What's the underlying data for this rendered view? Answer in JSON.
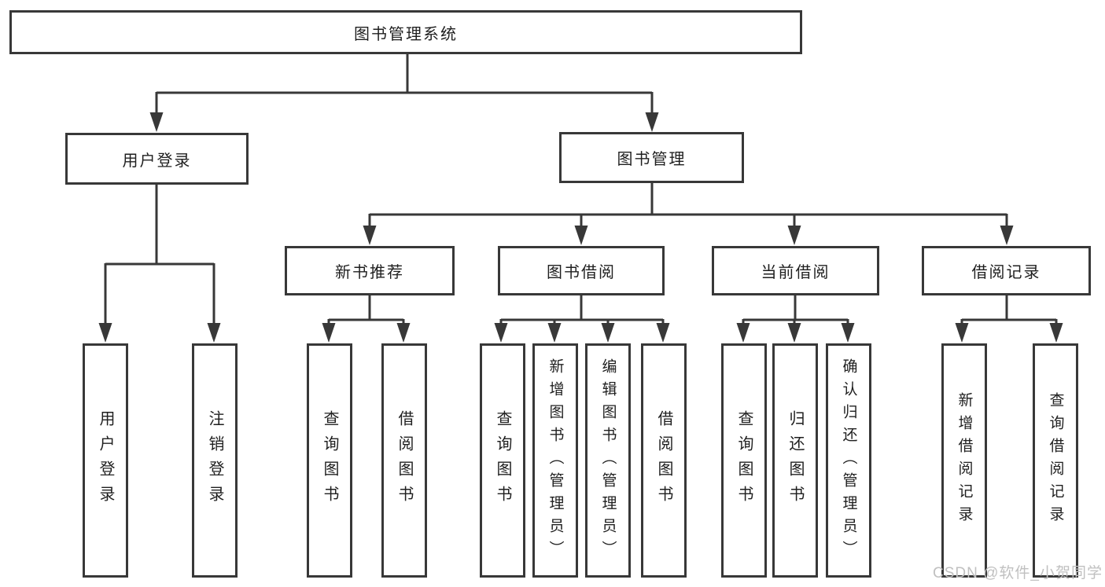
{
  "diagram": {
    "title": "图书管理系统",
    "tree": {
      "label": "图书管理系统",
      "children": [
        {
          "label": "用户登录",
          "children": [
            {
              "label": "用户登录"
            },
            {
              "label": "注销登录"
            }
          ]
        },
        {
          "label": "图书管理",
          "children": [
            {
              "label": "新书推荐",
              "children": [
                {
                  "label": "查询图书"
                },
                {
                  "label": "借阅图书"
                }
              ]
            },
            {
              "label": "图书借阅",
              "children": [
                {
                  "label": "查询图书"
                },
                {
                  "label": "新增图书（管理员）"
                },
                {
                  "label": "编辑图书（管理员）"
                },
                {
                  "label": "借阅图书"
                }
              ]
            },
            {
              "label": "当前借阅",
              "children": [
                {
                  "label": "查询图书"
                },
                {
                  "label": "归还图书"
                },
                {
                  "label": "确认归还（管理员）"
                }
              ]
            },
            {
              "label": "借阅记录",
              "children": [
                {
                  "label": "新增借阅记录"
                },
                {
                  "label": "查询借阅记录"
                }
              ]
            }
          ]
        }
      ]
    },
    "watermark": "CSDN @软件_小贺同学",
    "colors": {
      "line": "#383838",
      "box_border": "#383838",
      "text": "#1f1f1f",
      "watermark": "#c0c0c0",
      "background": "#ffffff"
    }
  }
}
